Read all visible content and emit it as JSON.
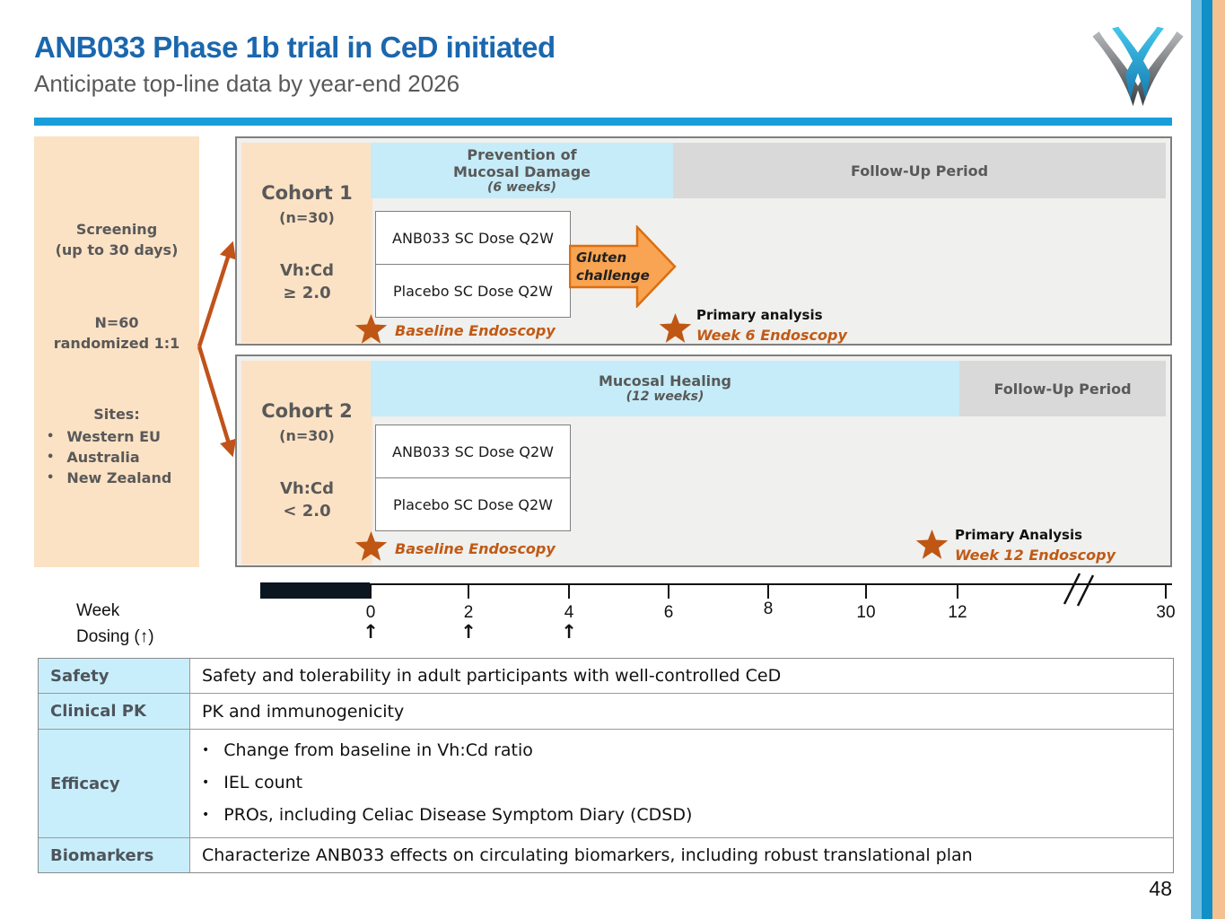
{
  "header": {
    "title": "ANB033 Phase 1b trial in CeD initiated",
    "subtitle": "Anticipate top-line data by year-end 2026"
  },
  "screening": {
    "title_line1": "Screening",
    "title_line2": "(up to 30 days)",
    "randomization_line1": "N=60",
    "randomization_line2": "randomized 1:1",
    "sites_label": "Sites:",
    "sites": [
      "Western EU",
      "Australia",
      "New Zealand"
    ]
  },
  "cohort1": {
    "name": "Cohort 1",
    "size": "(n=30)",
    "criteria_line1": "Vh:Cd",
    "criteria_line2": "≥ 2.0",
    "phase_line1": "Prevention of",
    "phase_line2": "Mucosal Damage",
    "phase_duration": "(6 weeks)",
    "followup_label": "Follow-Up Period",
    "arm_active": "ANB033 SC Dose Q2W",
    "arm_placebo": "Placebo SC Dose Q2W",
    "gluten_line1": "Gluten",
    "gluten_line2": "challenge",
    "baseline_label": "Baseline Endoscopy",
    "primary_title": "Primary analysis",
    "primary_detail": "Week 6 Endoscopy"
  },
  "cohort2": {
    "name": "Cohort 2",
    "size": "(n=30)",
    "criteria_line1": "Vh:Cd",
    "criteria_line2": "< 2.0",
    "phase_line1": "Mucosal Healing",
    "phase_duration": "(12 weeks)",
    "followup_label": "Follow-Up Period",
    "arm_active": "ANB033 SC Dose Q2W",
    "arm_placebo": "Placebo SC Dose Q2W",
    "baseline_label": "Baseline Endoscopy",
    "primary_title": "Primary Analysis",
    "primary_detail": "Week 12 Endoscopy"
  },
  "timeline": {
    "week_label": "Week",
    "dosing_label": "Dosing (↑)",
    "dosing_arrow": "↑",
    "ticks": [
      "0",
      "2",
      "4",
      "6",
      "8",
      "10",
      "12",
      "30"
    ]
  },
  "objectives_table": {
    "rows": [
      {
        "label": "Safety",
        "content": "Safety and tolerability in adult participants with well-controlled CeD"
      },
      {
        "label": "Clinical PK",
        "content": "PK and immunogenicity"
      },
      {
        "label": "Efficacy",
        "bullets": [
          "Change from baseline in Vh:Cd ratio",
          "IEL count",
          "PROs, including Celiac Disease Symptom Diary (CDSD)"
        ]
      },
      {
        "label": "Biomarkers",
        "content": "Characterize ANB033 effects on circulating biomarkers, including robust translational plan"
      }
    ]
  },
  "page_number": "48",
  "colors": {
    "title_blue": "#1a67ae",
    "brand_rule_blue": "#199dd9",
    "light_blue_band": "#c5ecf8",
    "gray_band": "#d9d9d9",
    "orange_box": "#fce2c4",
    "accent_orange": "#c05a15",
    "gluten_arrow_fill": "#f9a452",
    "black_bar": "#0c1620",
    "stripe_light_blue": "#74bfdf",
    "stripe_blue": "#1090c6",
    "stripe_orange": "#f5c191"
  }
}
